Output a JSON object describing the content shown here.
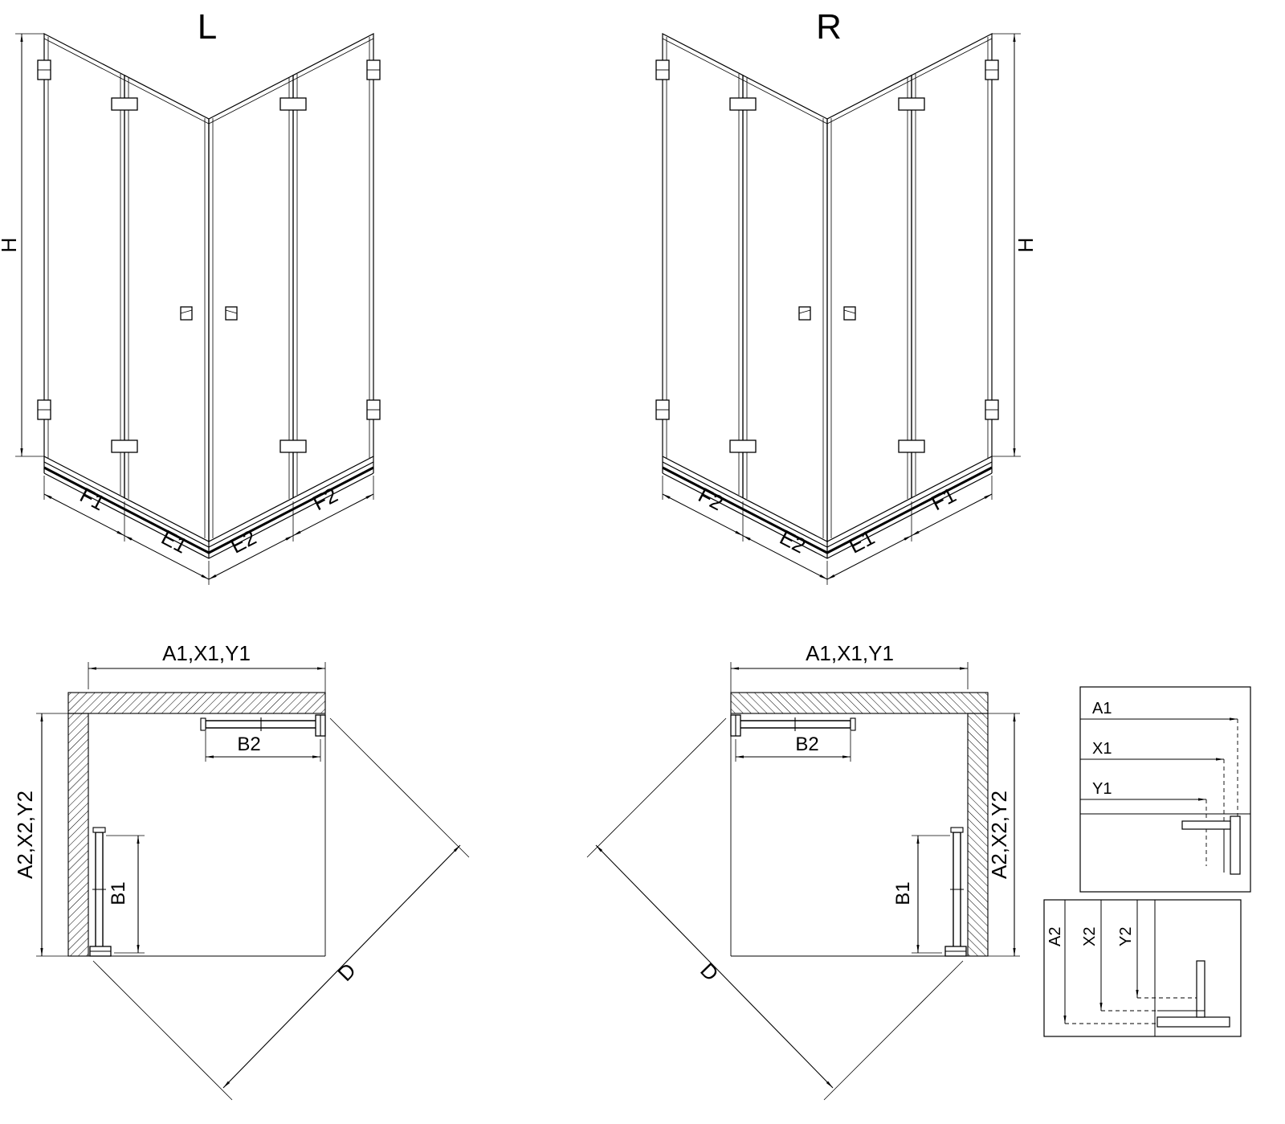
{
  "page": {
    "background": "#ffffff",
    "stroke_color": "#000000"
  },
  "iso_views": [
    {
      "label": "L",
      "height_dim": "H",
      "dims": {
        "outer_left": "F1",
        "inner_left": "E1",
        "inner_right": "E2",
        "outer_right": "F2"
      }
    },
    {
      "label": "R",
      "height_dim": "H",
      "dims": {
        "outer_left": "F2",
        "inner_left": "E2",
        "inner_right": "E1",
        "outer_right": "F1"
      }
    }
  ],
  "plan_views": [
    {
      "width_dim": "A1,X1,Y1",
      "depth_dim": "A2,X2,Y2",
      "top_door_dim": "B2",
      "side_door_dim": "B1",
      "diagonal_dim": "D"
    },
    {
      "width_dim": "A1,X1,Y1",
      "depth_dim": "A2,X2,Y2",
      "top_door_dim": "B2",
      "side_door_dim": "B1",
      "diagonal_dim": "D"
    }
  ],
  "detail_views": [
    {
      "dims": [
        "A1",
        "X1",
        "Y1"
      ]
    },
    {
      "dims": [
        "A2",
        "X2",
        "Y2"
      ]
    }
  ]
}
